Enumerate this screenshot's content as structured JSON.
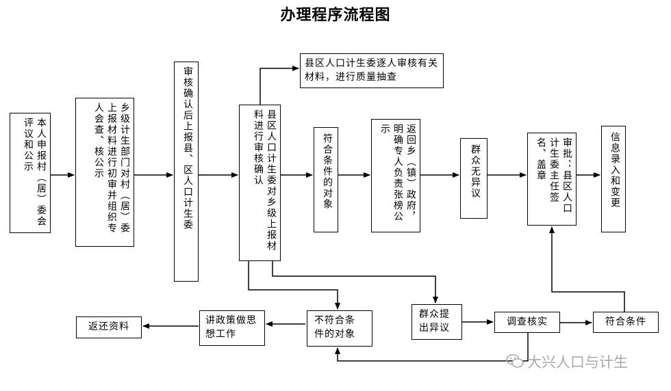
{
  "title": "办理程序流程图",
  "nodes": {
    "n1": "本人申报村（居）委会评议和公示",
    "n2": "乡级计生部门对村（居）委上报材料进行初审并组织专人会查、核公示",
    "n3": "审核确认后上报县、区人口计生委",
    "n4": "县区人口计生委对乡级上报材料进行审核确认",
    "n5": "县区人口计生委逐人审核有关材料，进行质量抽查",
    "n6": "符合条件的对象",
    "n7": "返回乡（镇）政府，明确专人负责张榜公示",
    "n8": "群众无异议",
    "n9": "审批：县区人口计生委主任签名、盖章",
    "n10": "信息录入和变更",
    "n11": "群众提出异议",
    "n12": "调查核实",
    "n13": "符合条件",
    "n14": "不符合条件的对象",
    "n15": "讲政策做思想工作",
    "n16": "返还资料"
  },
  "watermark": "大兴人口与计生",
  "colors": {
    "line": "#000000",
    "watermark": "#a9a9a9"
  }
}
